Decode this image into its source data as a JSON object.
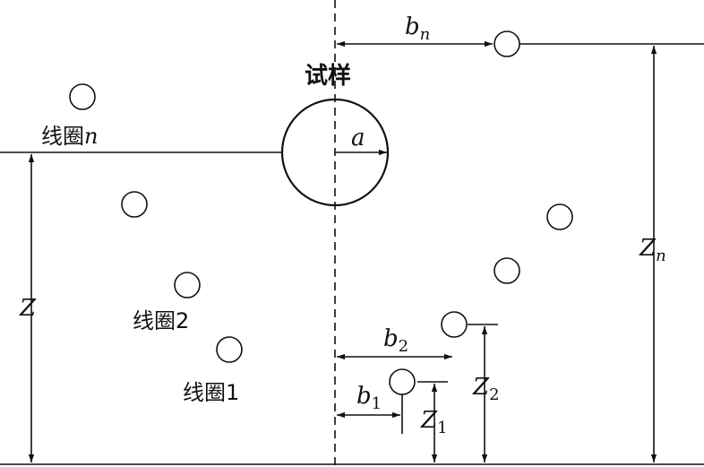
{
  "labels": {
    "sample": "试样",
    "coil_n": "线圈",
    "coil_n_suffix": "n",
    "coil_2": "线圈2",
    "coil_1": "线圈1",
    "radius": "a",
    "z": "Z",
    "zn": "Z",
    "zn_sub": "n",
    "z1": "Z",
    "z1_sub": "1",
    "z2": "Z",
    "z2_sub": "2",
    "bn": "b",
    "bn_sub": "n",
    "b1": "b",
    "b1_sub": "1",
    "b2": "b",
    "b2_sub": "2"
  },
  "colors": {
    "ink": "#111111",
    "background": "#ffffff"
  }
}
